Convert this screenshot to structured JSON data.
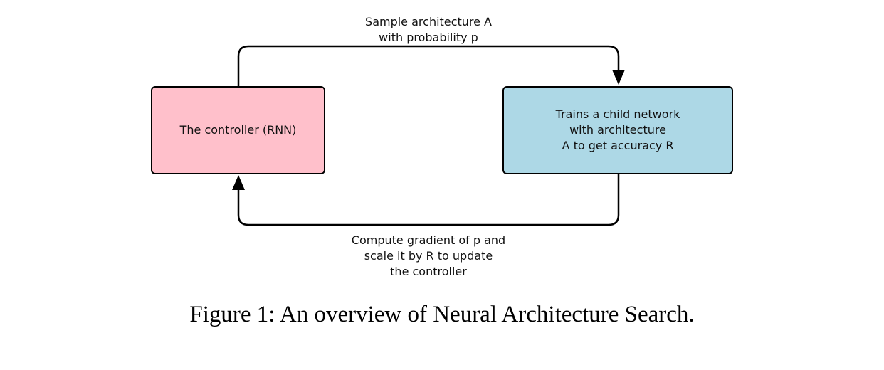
{
  "diagram": {
    "nodes": [
      {
        "id": "controller",
        "label": "The controller (RNN)"
      },
      {
        "id": "child",
        "label": "Trains a child network\nwith architecture\nA to get accuracy R"
      }
    ],
    "edges": [
      {
        "from": "controller",
        "to": "child",
        "label": "Sample architecture A\nwith probability p"
      },
      {
        "from": "child",
        "to": "controller",
        "label": "Compute gradient of p and\nscale it by R to update\nthe controller"
      }
    ]
  },
  "colors": {
    "controller_fill": "#ffc0cb",
    "child_fill": "#add8e6",
    "stroke": "#000000"
  },
  "caption": "Figure 1: An overview of Neural Architecture Search."
}
